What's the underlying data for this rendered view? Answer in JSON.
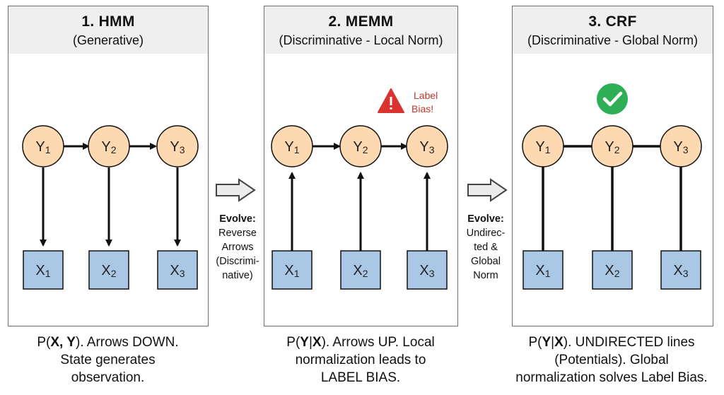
{
  "colors": {
    "node_fill": "#fcd9b0",
    "obs_fill": "#aac8e6",
    "header_bg": "#efefef",
    "warning_red": "#d9322f",
    "check_green": "#2faf55"
  },
  "panels": [
    {
      "title": "1. HMM",
      "subtitle": "(Generative)"
    },
    {
      "title": "2. MEMM",
      "subtitle": "(Discriminative - Local Norm)"
    },
    {
      "title": "3. CRF",
      "subtitle": "(Discriminative - Global Norm)"
    }
  ],
  "node_letters": {
    "hidden": "Y",
    "observed": "X"
  },
  "node_indices": [
    "1",
    "2",
    "3"
  ],
  "label_bias_badge": {
    "icon": "warning-triangle-icon",
    "line1": "Label",
    "line2": "Bias!"
  },
  "crf_badge": {
    "icon": "check-circle-icon"
  },
  "evolve_1": {
    "head": "Evolve:",
    "lines": [
      "Reverse",
      "Arrows",
      "(Discrimi-",
      "native)"
    ]
  },
  "evolve_2": {
    "head": "Evolve:",
    "lines": [
      "Undirec-",
      "ted &",
      "Global",
      "Norm"
    ]
  },
  "captions": [
    {
      "pre": "P(",
      "bold1": "X",
      "sep": ", ",
      "bold2": "Y",
      "post": "). Arrows DOWN.",
      "line2": "State generates",
      "line3": "observation."
    },
    {
      "pre": "P(",
      "bold1": "Y",
      "sep": "|",
      "bold2": "X",
      "post": "). Arrows UP. Local",
      "line2": "normalization leads to",
      "line3": "LABEL BIAS."
    },
    {
      "pre": "P(",
      "bold1": "Y",
      "sep": "|",
      "bold2": "X",
      "post": "). UNDIRECTED lines",
      "line2": "(Potentials). Global",
      "line3": "normalization solves Label Bias."
    }
  ]
}
